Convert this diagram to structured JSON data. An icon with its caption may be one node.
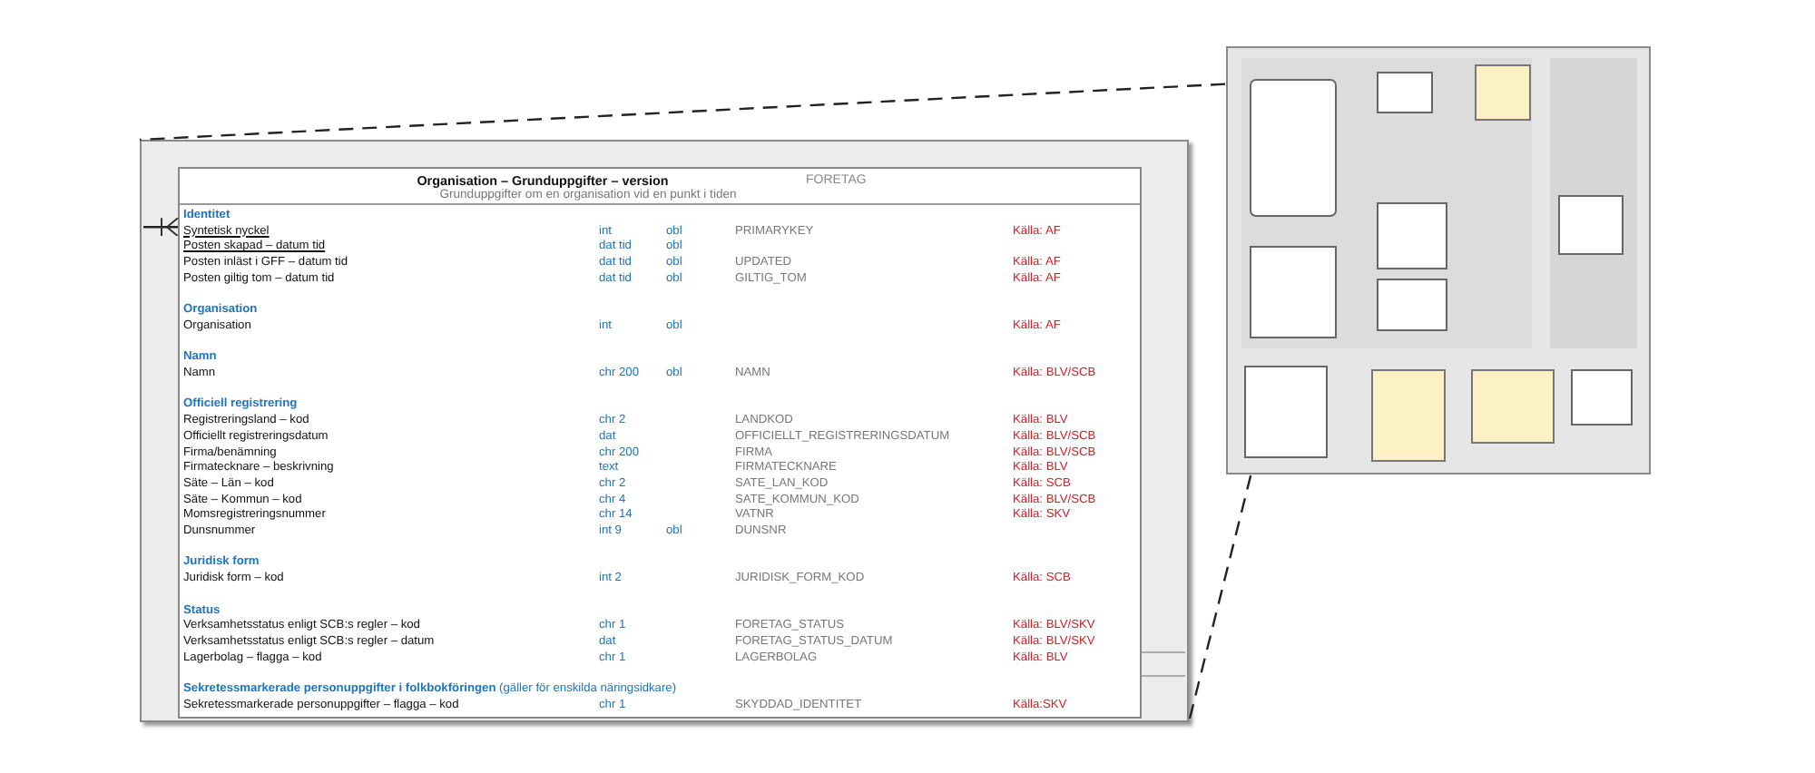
{
  "diagram": {
    "nodes": [
      {
        "text": [],
        "shape": "box"
      },
      {
        "text": [
          "Organisation – Grunduppgifter – version",
          "Grunduppgifter om en organisation vid en punkt i tiden",
          "FORETAG"
        ],
        "in": 0
      },
      {
        "text": [],
        "shape": "picture"
      }
    ],
    "edges": [
      {
        "from": 2,
        "to": 0,
        "arrow": "none",
        "style": "dashed"
      },
      {
        "from": 2,
        "to": 0,
        "arrow": "none",
        "style": "dashed"
      },
      {
        "from": null,
        "to": 1,
        "arrow": "other"
      }
    ],
    "labels": [
      "Identitet",
      "Syntetisk nyckel",
      "int",
      "obl",
      "PRIMARYKEY",
      "Källa: AF",
      "Posten skapad – datum tid",
      "dat tid",
      "obl",
      "Posten inläst i GFF – datum tid",
      "dat tid",
      "obl",
      "UPDATED",
      "Källa: AF",
      "Posten giltig tom – datum tid",
      "dat tid",
      "obl",
      "GILTIG_TOM",
      "Källa: AF",
      "Organisation",
      "Organisation",
      "int",
      "obl",
      "Källa: AF",
      "Namn",
      "Namn",
      "chr 200",
      "obl",
      "NAMN",
      "Källa: BLV/SCB",
      "Officiell registrering",
      "Registreringsland – kod",
      "chr 2",
      "LANDKOD",
      "Källa: BLV",
      "Officiellt registreringsdatum",
      "dat",
      "OFFICIELLT_REGISTRERINGSDATUM",
      "Källa: BLV/SCB",
      "Firma/benämning",
      "chr 200",
      "FIRMA",
      "Källa: BLV/SCB",
      "Firmatecknare – beskrivning",
      "text",
      "FIRMATECKNARE",
      "Källa: BLV",
      "Säte – Län – kod",
      "chr 2",
      "SATE_LAN_KOD",
      "Källa: SCB",
      "Säte – Kommun – kod",
      "chr 4",
      "SATE_KOMMUN_KOD",
      "Källa: BLV/SCB",
      "Momsregistreringsnummer",
      "chr 14",
      "VATNR",
      "Källa: SKV",
      "Dunsnummer",
      "int 9",
      "obl",
      "DUNSNR",
      "Juridisk form",
      "Juridisk form – kod",
      "int 2",
      "JURIDISK_FORM_KOD",
      "Källa: SCB",
      "Status",
      "Verksamhetsstatus enligt SCB:s regler – kod",
      "chr 1",
      "FORETAG_STATUS",
      "Källa: BLV/SKV",
      "Verksamhetsstatus enligt SCB:s regler – datum",
      "dat",
      "FORETAG_STATUS_DATUM",
      "Källa: BLV/SKV",
      "Lagerbolag – flagga – kod",
      "chr 1",
      "LAGERBOLAG",
      "Källa: BLV",
      "**Sekretessmarkerade personuppgifter i folkbokföringen** (gäller för enskilda näringsidkare)",
      "Sekretessmarkerade personuppgifter – flagga – kod",
      "chr 1",
      "SKYDDAD_IDENTITET",
      "Källa:SKV"
    ]
  }
}
